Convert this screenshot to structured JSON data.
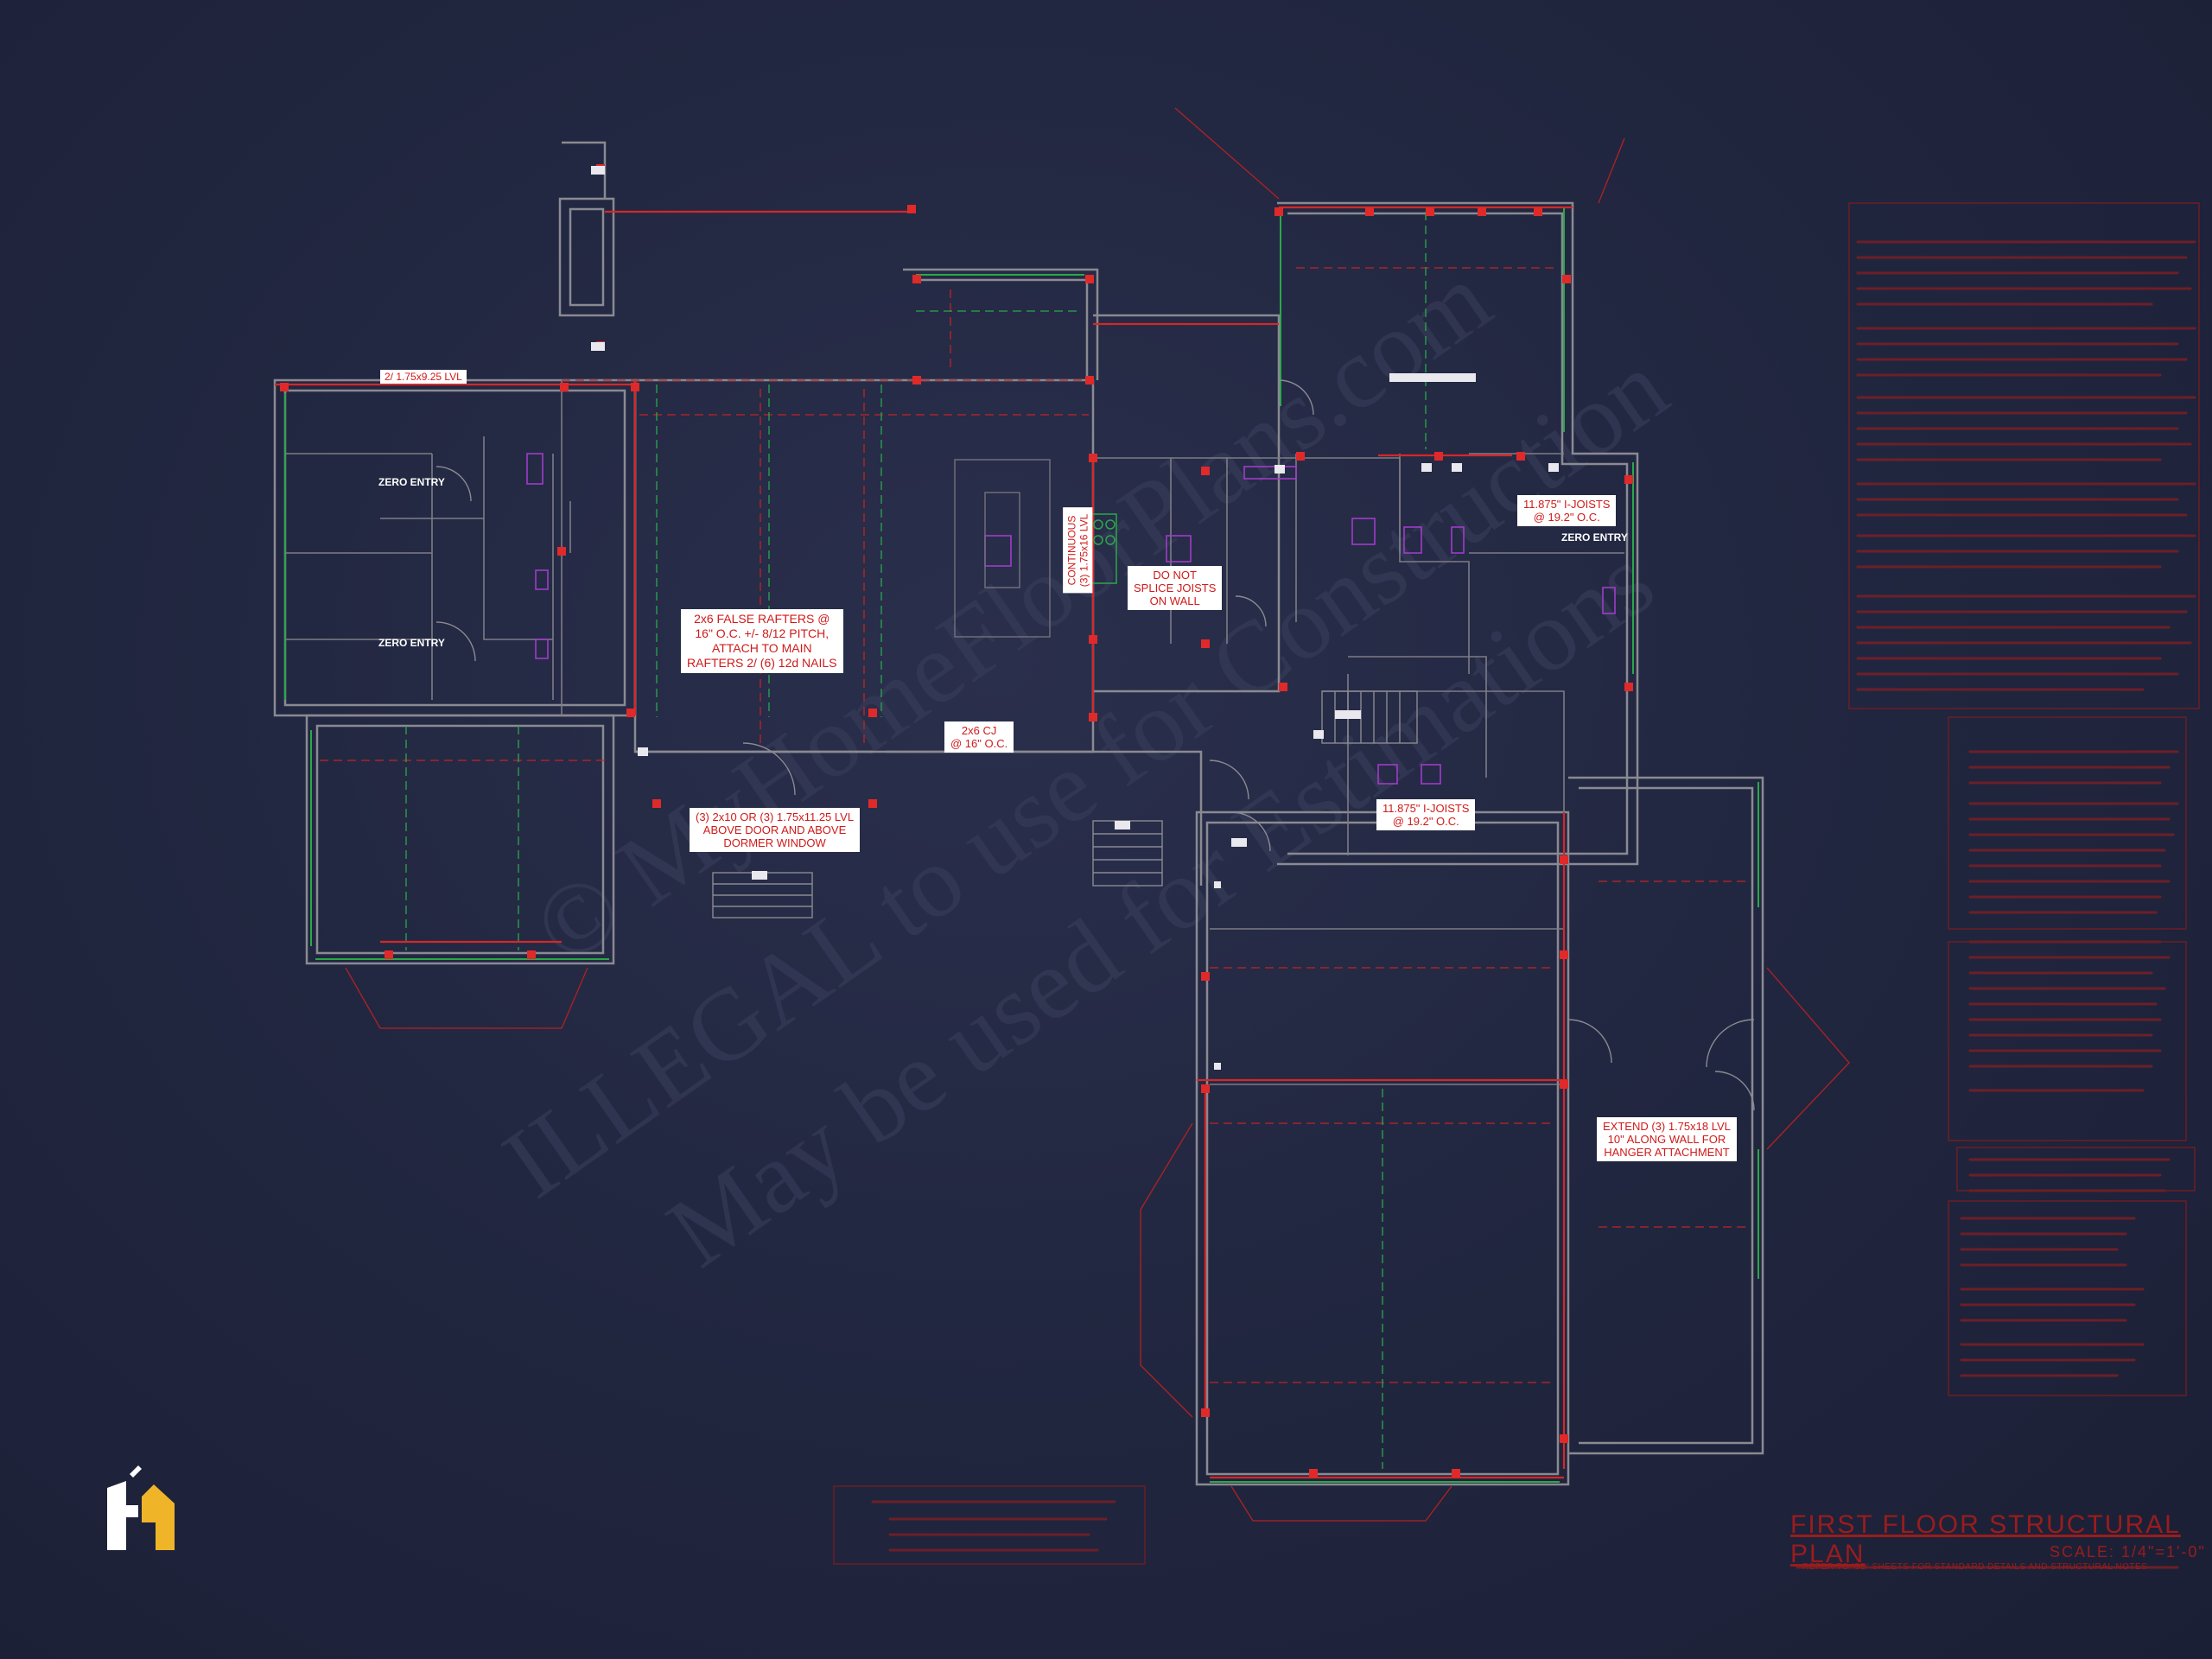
{
  "sheet": {
    "title": "FIRST FLOOR STRUCTURAL PLAN",
    "scale": "SCALE: 1/4\"=1'-0\"",
    "reference_note": "REFER TO 'SD' SHEETS FOR STANDARD DETAILS AND STRUCTURAL NOTES"
  },
  "watermark": {
    "line1": "© MyHomeFloorPlans.com",
    "line2": "ILLEGAL to use for Construction",
    "line3": "May be used for Estimations"
  },
  "callouts": {
    "lvl_top_left": "2/ 1.75x9.25 LVL",
    "false_rafters": "2x6 FALSE RAFTERS @\n16\" O.C. +/- 8/12 PITCH,\nATTACH TO MAIN\nRAFTERS 2/ (6) 12d NAILS",
    "continuous_lvl": "CONTINUOUS\n(3) 1.75x16 LVL",
    "do_not_splice": "DO NOT\nSPLICE JOISTS\nON WALL",
    "ijoists_upper": "11.875\" I-JOISTS\n@ 19.2\" O.C.",
    "ijoists_lower": "11.875\" I-JOISTS\n@ 19.2\" O.C.",
    "cj": "2x6 CJ\n@ 16\" O.C.",
    "dormer": "(3) 2x10 OR (3) 1.75x11.25 LVL\nABOVE DOOR AND ABOVE\nDORMER WINDOW",
    "extend_lvl": "EXTEND (3) 1.75x18 LVL\n10\" ALONG WALL FOR\nHANGER ATTACHMENT"
  },
  "rooms": {
    "zero_entry_1": "ZERO ENTRY",
    "zero_entry_2": "ZERO ENTRY",
    "zero_entry_3": "ZERO ENTRY"
  },
  "colors": {
    "background": "#222741",
    "wall": "#8a8a92",
    "beam": "#d42828",
    "framing": "#2aa84a",
    "fixture": "#a03cc8",
    "label_bg": "#ffffff",
    "label_text": "#d01a1a",
    "logo_accent": "#f0b429"
  },
  "icons": {
    "logo": "house-logo-icon"
  }
}
